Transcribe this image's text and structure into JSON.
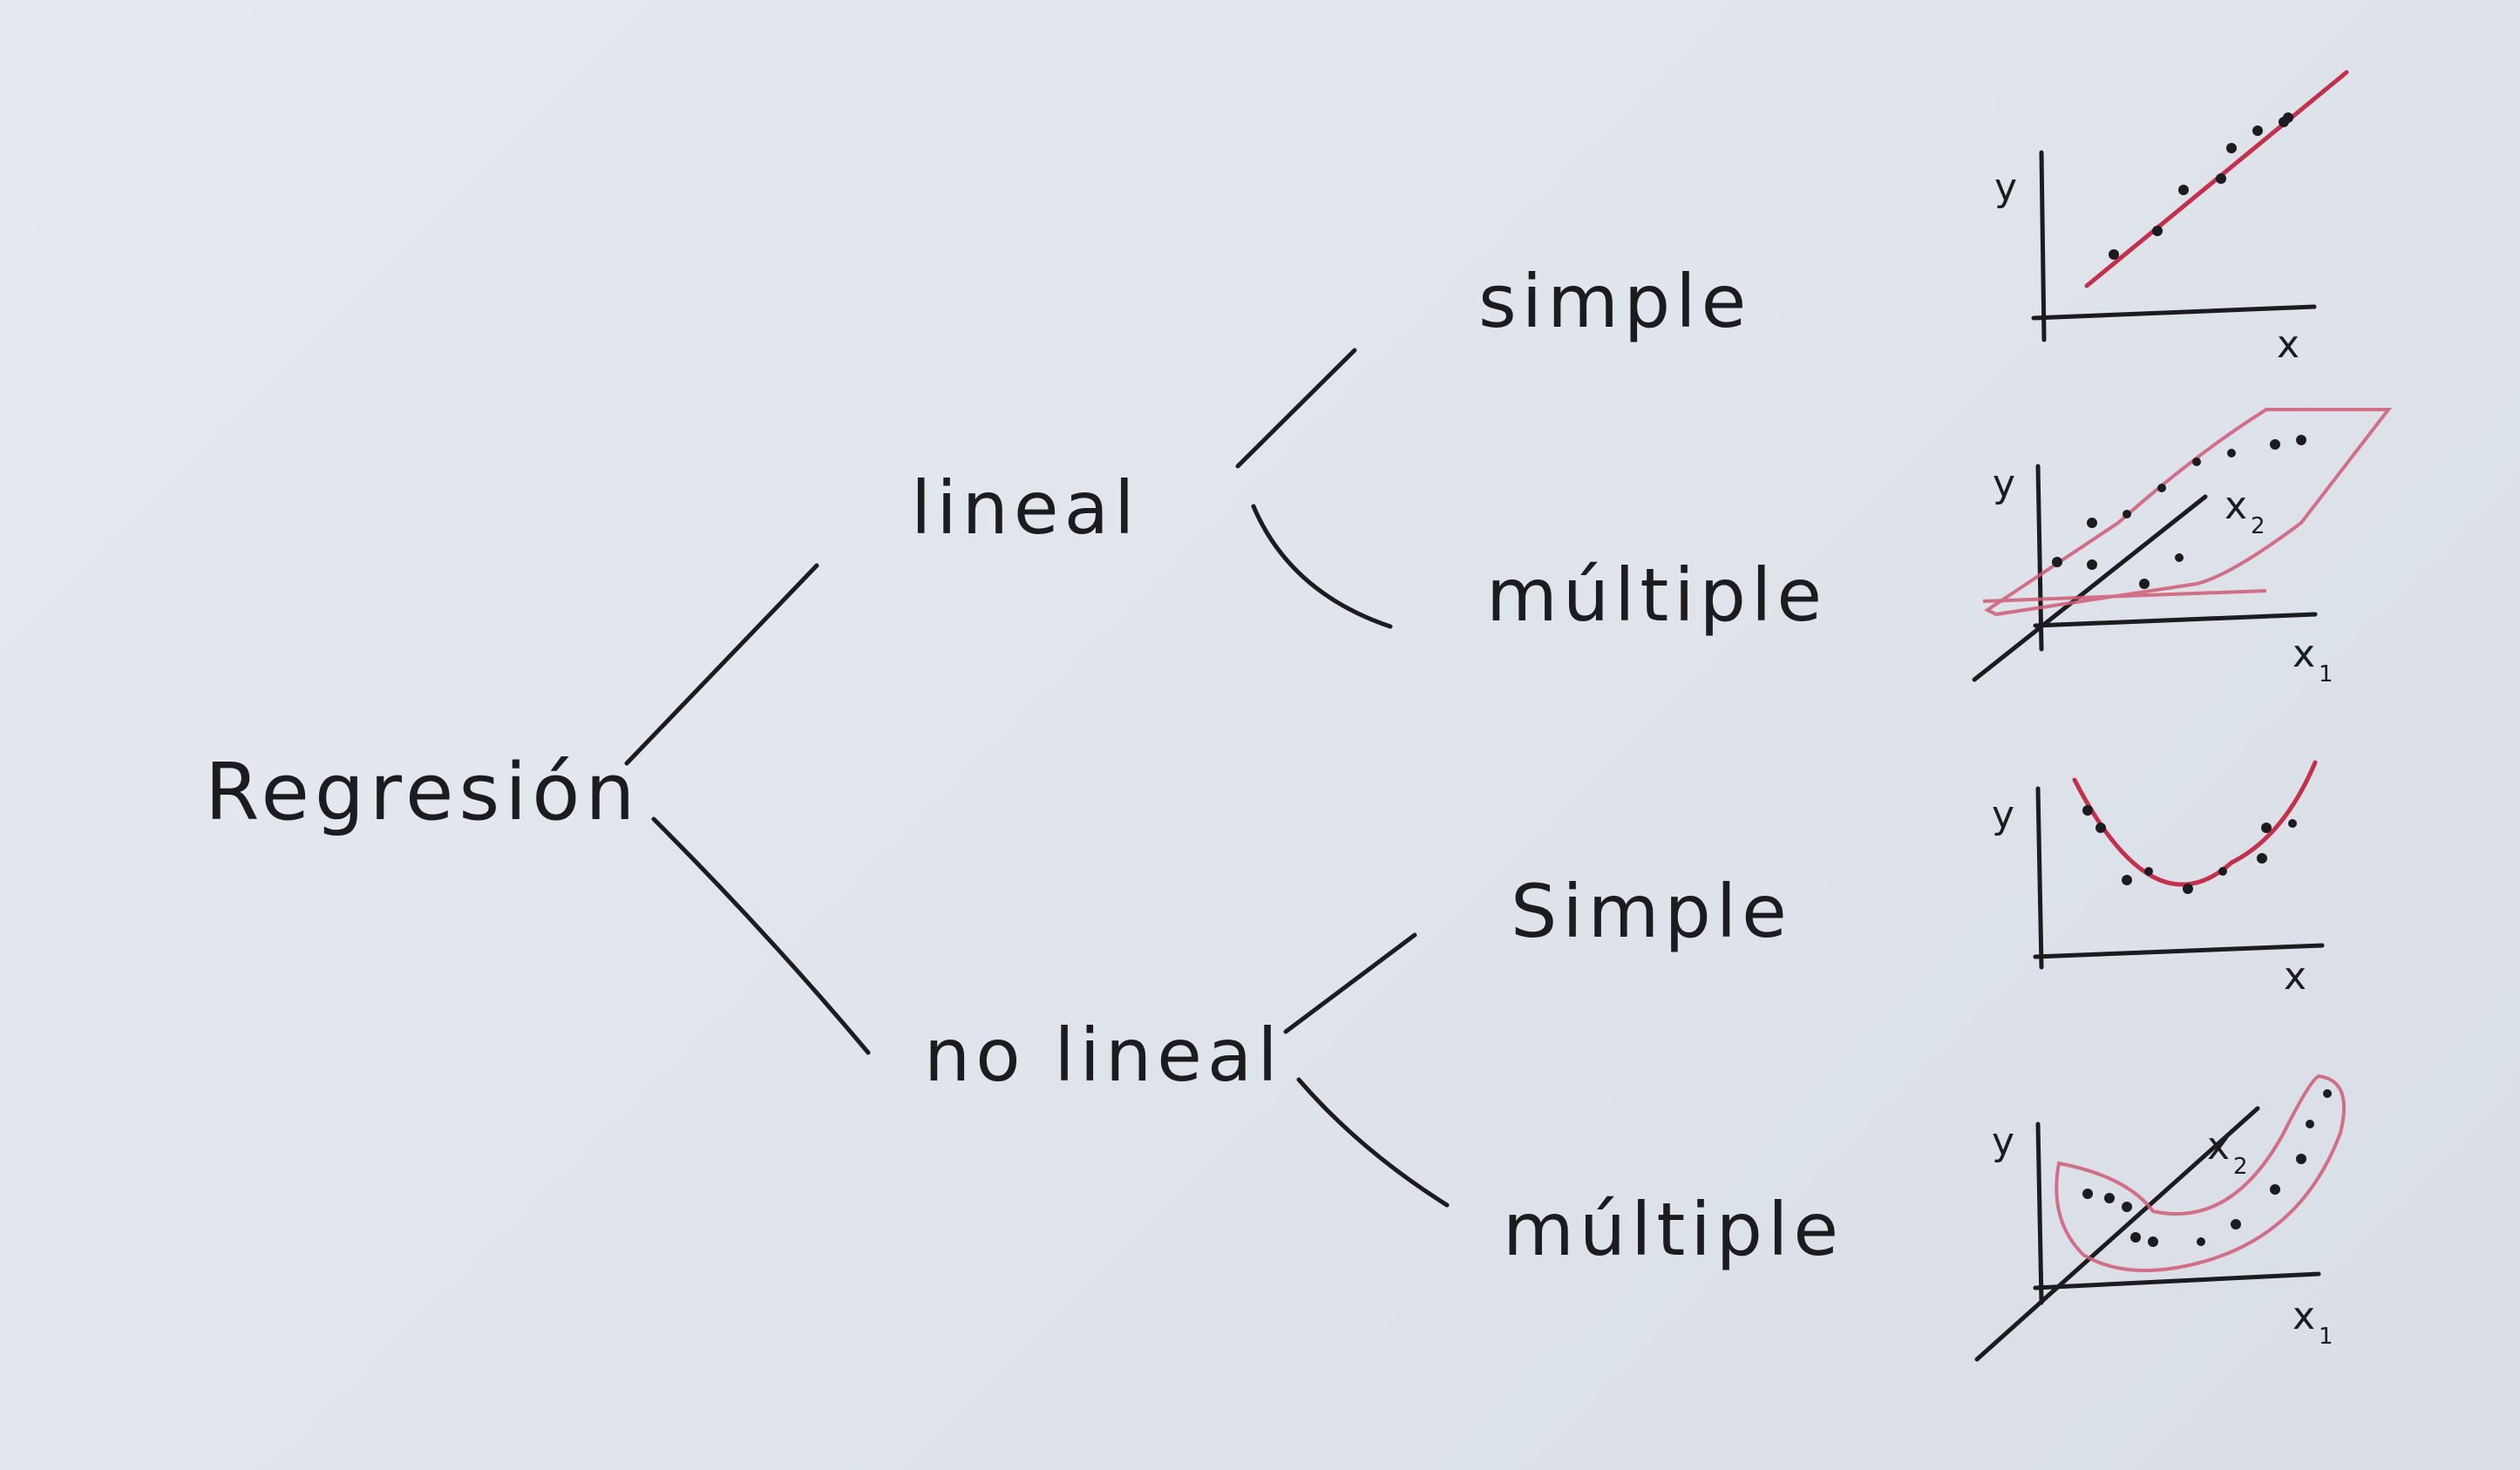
{
  "diagram": {
    "root": "Regresión",
    "branches": [
      {
        "label": "lineal",
        "children": [
          "simple",
          "múltiple"
        ]
      },
      {
        "label": "no lineal",
        "children": [
          "Simple",
          "múltiple"
        ]
      }
    ],
    "plots": [
      {
        "y": "y",
        "x": "x"
      },
      {
        "y": "y",
        "x1": "x",
        "x1_sub": "1",
        "x2": "x",
        "x2_sub": "2"
      },
      {
        "y": "y",
        "x": "x"
      },
      {
        "y": "y",
        "x1": "x",
        "x1_sub": "1",
        "x2": "x",
        "x2_sub": "2"
      }
    ]
  },
  "colors": {
    "ink": "#1c1c1e",
    "accent": "#c3304c",
    "paper": "#e2e6ec"
  }
}
